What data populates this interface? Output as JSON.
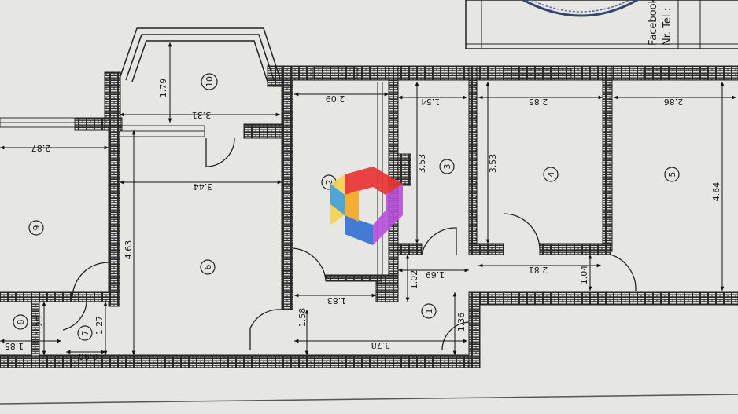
{
  "stamp": {
    "lines": [
      "Facebook",
      "Nr. Tel.:"
    ]
  },
  "rooms": [
    {
      "id": "1",
      "label": "1"
    },
    {
      "id": "2",
      "label": "2"
    },
    {
      "id": "3",
      "label": "3"
    },
    {
      "id": "4",
      "label": "4"
    },
    {
      "id": "5",
      "label": "5"
    },
    {
      "id": "6",
      "label": "6"
    },
    {
      "id": "7",
      "label": "7"
    },
    {
      "id": "8",
      "label": "8"
    },
    {
      "id": "9",
      "label": "9"
    },
    {
      "id": "10",
      "label": "10"
    }
  ],
  "dimensions": [
    "1.79",
    "3.31",
    "2.09",
    "1.54",
    "2.85",
    "2.86",
    "2.87",
    "3.44",
    "3.53",
    "3.53",
    "4.64",
    "4.63",
    "1.69",
    "2.81",
    "1.02",
    "1.04",
    "1.83",
    "1.58",
    "3.78",
    "1.36",
    "1.25",
    "1.27",
    "1.85",
    "0.90"
  ],
  "logo": {
    "colors": [
      "#e8312f",
      "#f5a623",
      "#2f6fd1",
      "#b54fd9",
      "#f3d34a",
      "#3ea0e6"
    ]
  }
}
